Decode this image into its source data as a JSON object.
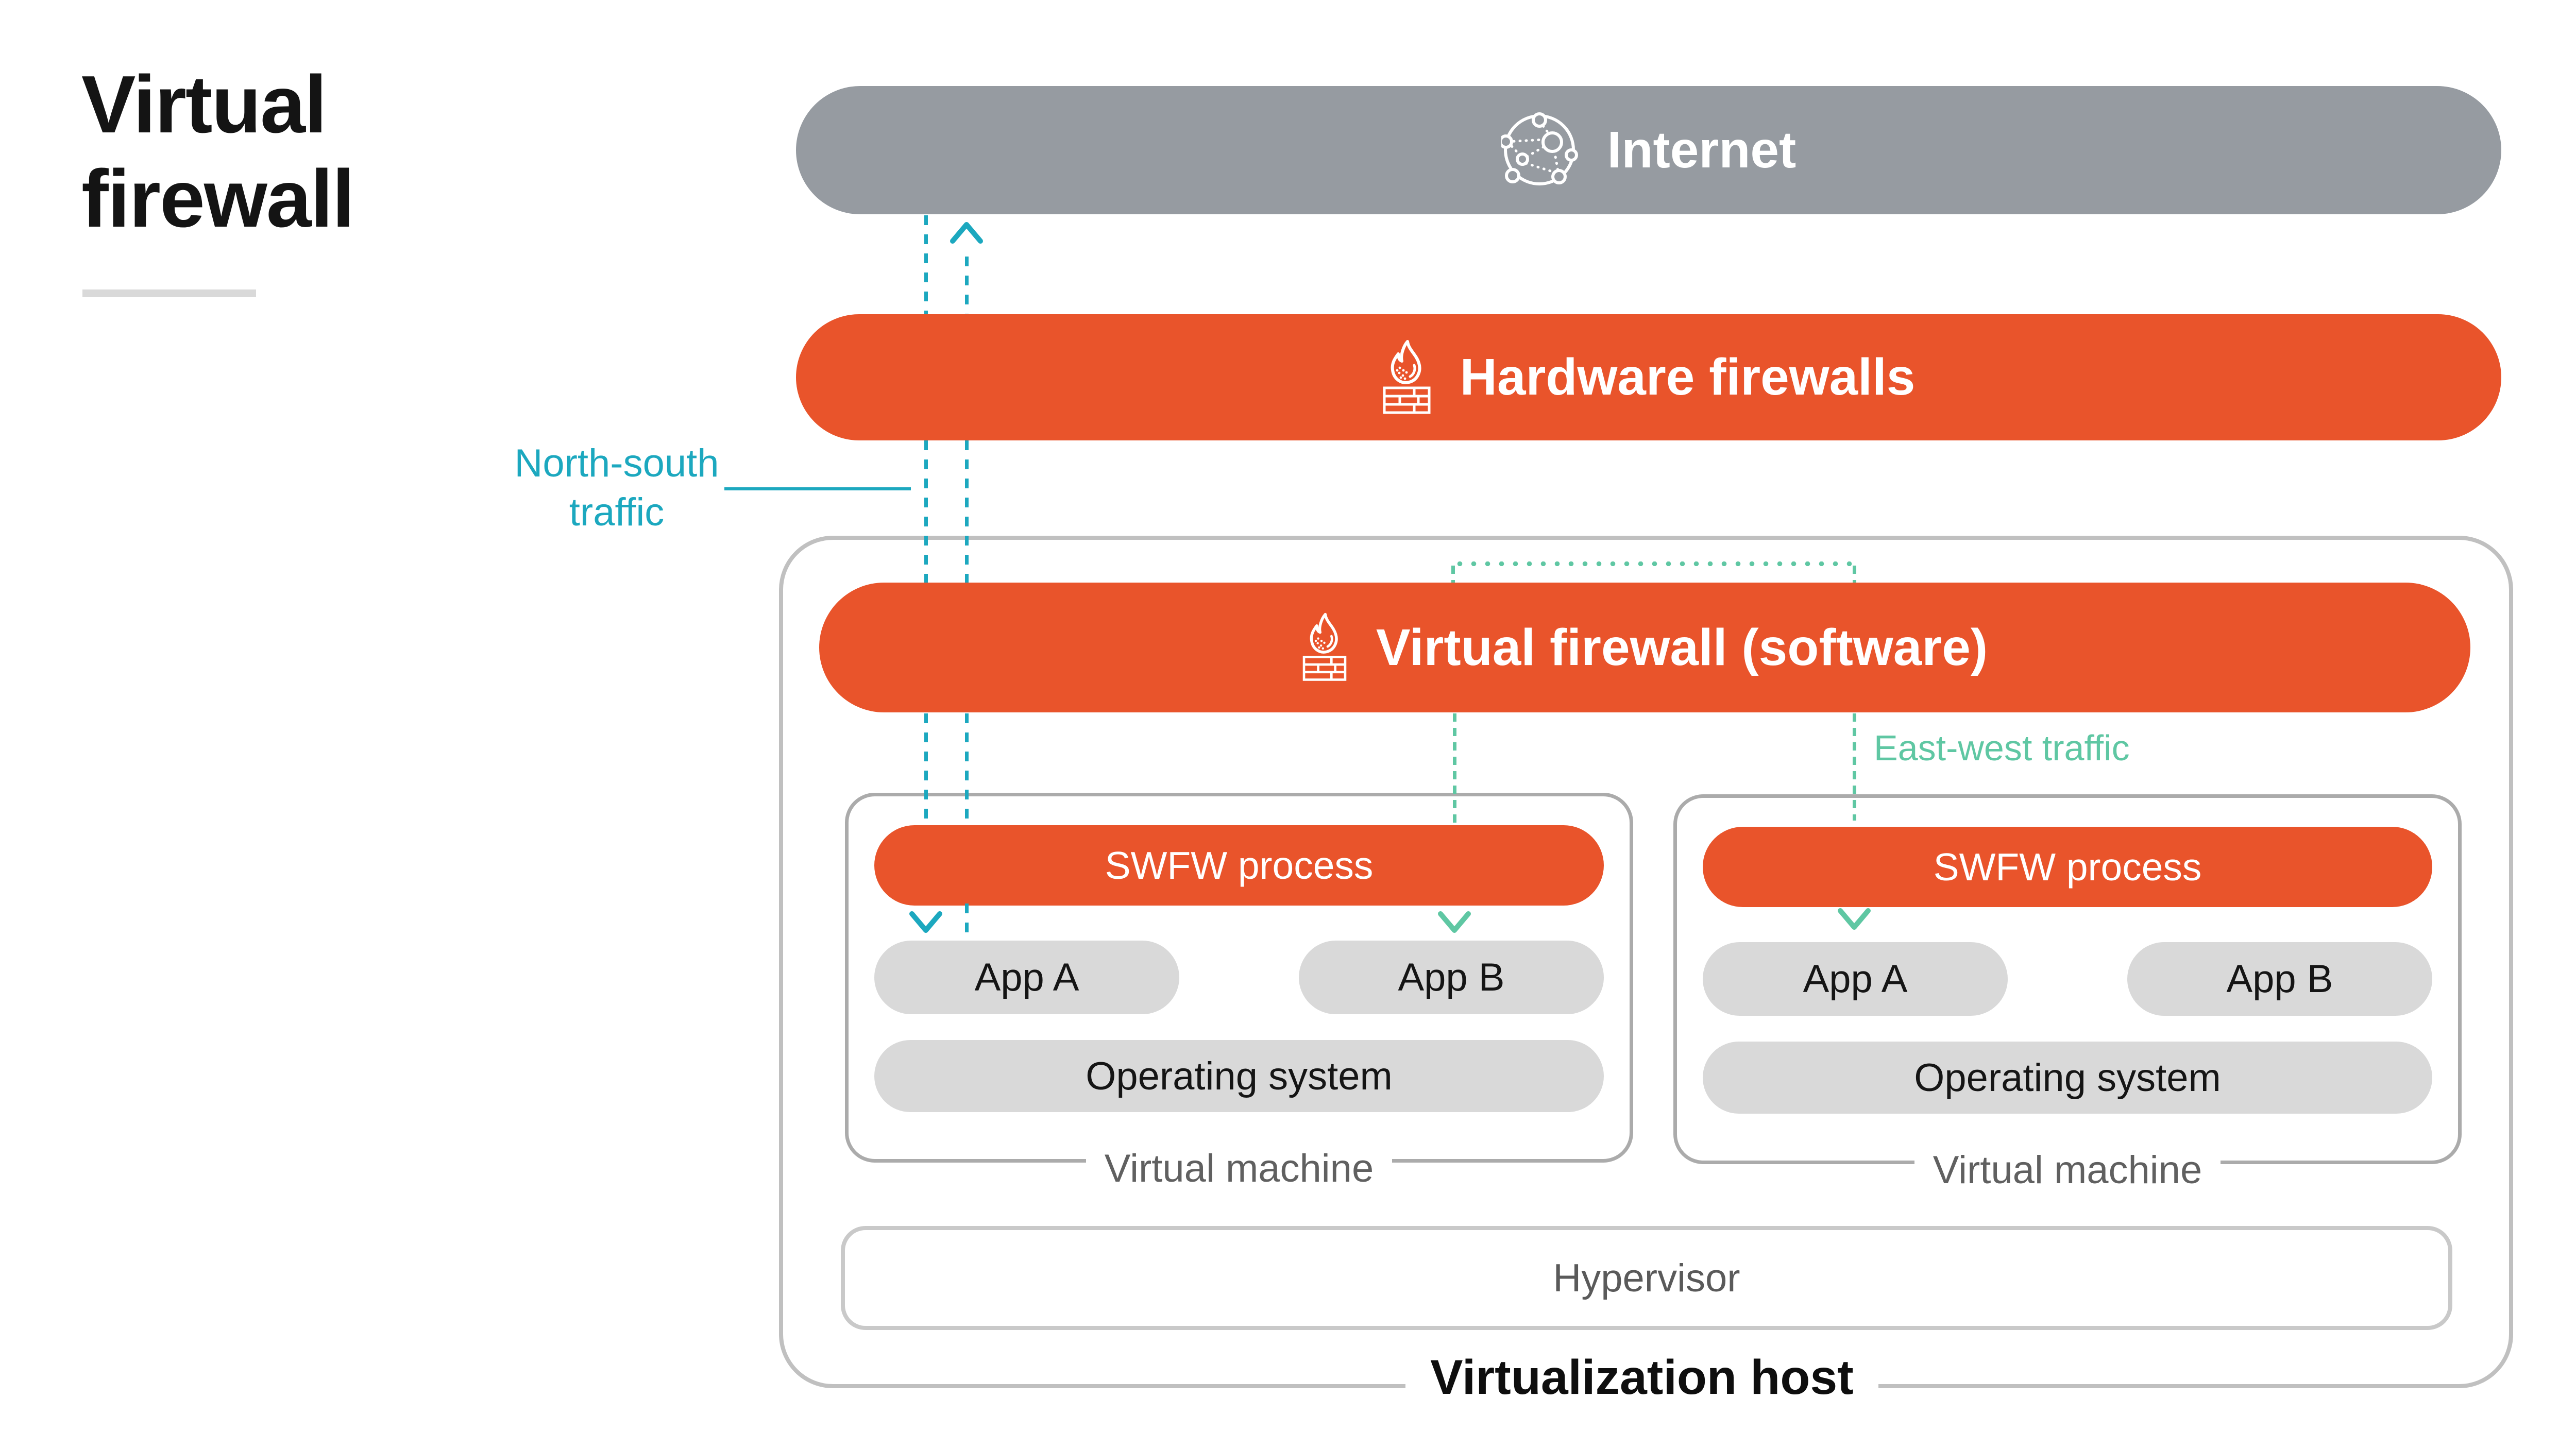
{
  "title": {
    "text": "Virtual firewall"
  },
  "bars": {
    "internet": "Internet",
    "hardware": "Hardware firewalls",
    "virtual_fw": "Virtual firewall (software)"
  },
  "traffic": {
    "north_south_line1": "North-south",
    "north_south_line2": "traffic",
    "north_south_full": "North-south traffic",
    "east_west": "East-west traffic"
  },
  "vms": [
    {
      "swfw": "SWFW process",
      "app_a": "App A",
      "app_b": "App B",
      "os": "Operating system",
      "label": "Virtual machine"
    },
    {
      "swfw": "SWFW process",
      "app_a": "App A",
      "app_b": "App B",
      "os": "Operating system",
      "label": "Virtual machine"
    }
  ],
  "hypervisor": "Hypervisor",
  "host_label": "Virtualization host",
  "icons": {
    "internet": "network-globe-icon",
    "firewall": "flame-brick-wall-icon"
  },
  "colors": {
    "orange": "#E9542B",
    "internet_gray": "#969BA1",
    "teal": "#1CA8BF",
    "green": "#5FC7A3",
    "pill_gray": "#D9D9D9",
    "host_border": "#C0C0C0",
    "vm_border": "#ABABAB",
    "hypervisor_border": "#C9C9C9",
    "divider": "#D9D9D9",
    "vm_label_text": "#606060",
    "hypervisor_text": "#5A5A5A",
    "text_dark": "#141414"
  }
}
